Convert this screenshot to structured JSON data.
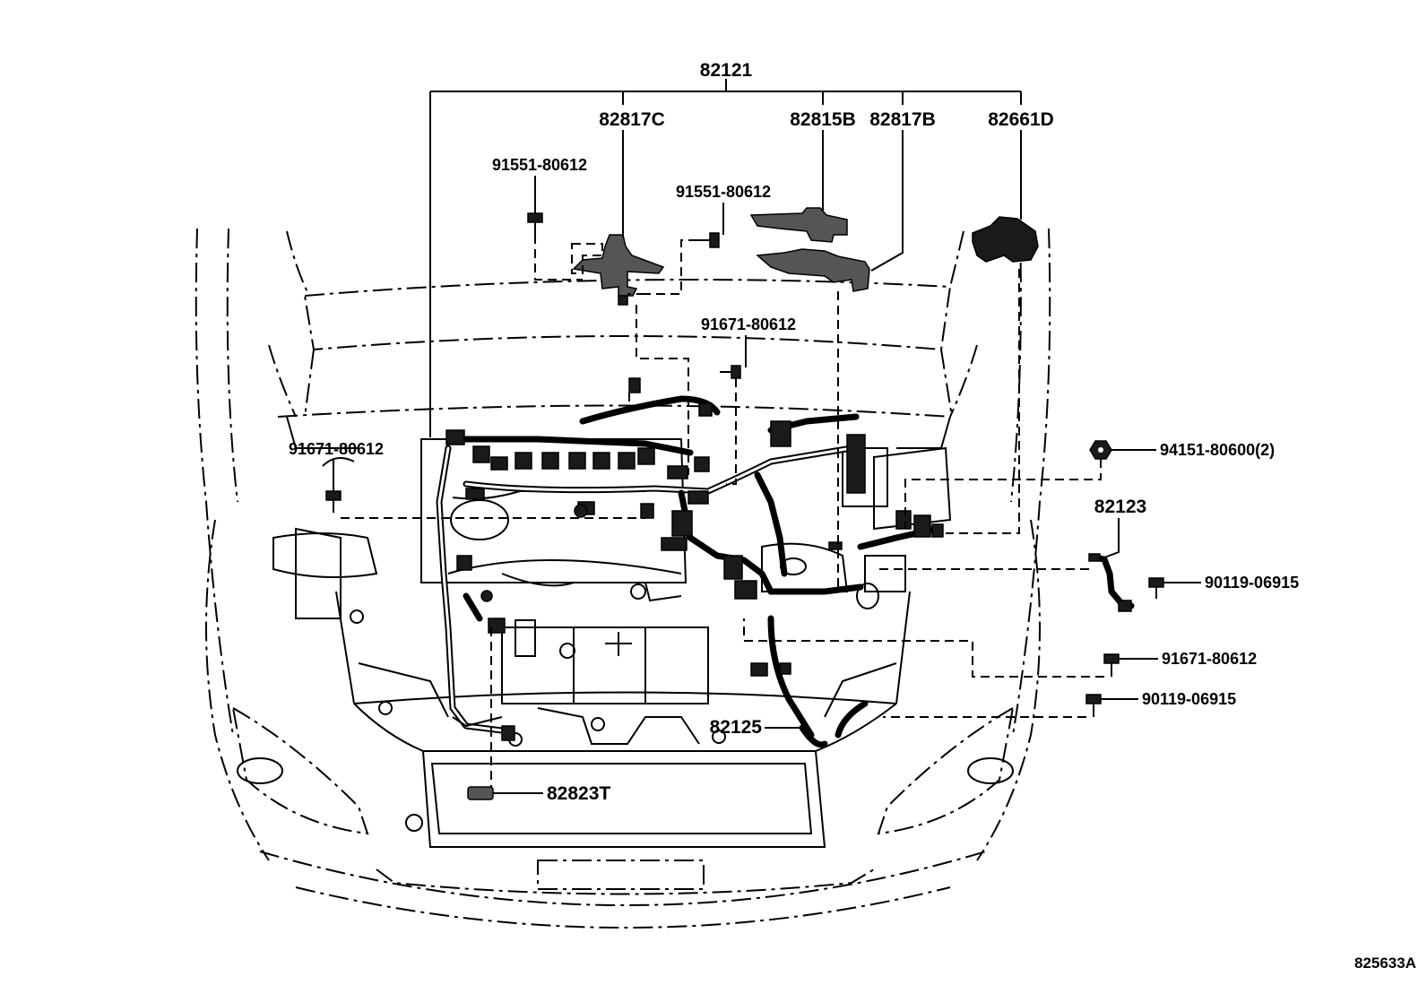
{
  "diagram": {
    "figure_ref": "825633A",
    "labels": {
      "main_harness": "82121",
      "p_82817c": "82817C",
      "p_82815b": "82815B",
      "p_82817b": "82817B",
      "p_82661d": "82661D",
      "bolt_tl": "91551-80612",
      "bolt_tc": "91551-80612",
      "bolt_center": "91671-80612",
      "bolt_left": "91671-80612",
      "nut_right": "94151-80600(2)",
      "p_82123": "82123",
      "bolt_r1": "90119-06915",
      "bolt_r2": "91671-80612",
      "bolt_r3": "90119-06915",
      "p_82125": "82125",
      "p_82823t": "82823T"
    }
  }
}
